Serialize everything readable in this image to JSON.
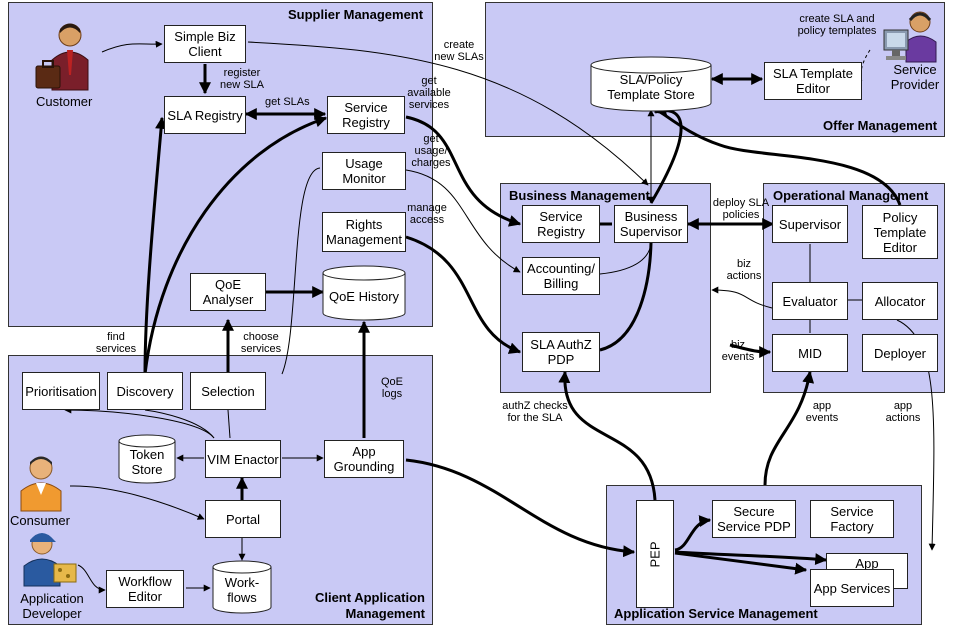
{
  "regions": {
    "supplier": "Supplier Management",
    "offer": "Offer Management",
    "business": "Business Management",
    "operational": "Operational Management",
    "client": "Client Application Management",
    "app_service": "Application Service Management"
  },
  "actors": {
    "customer": "Customer",
    "service_provider": "Service Provider",
    "consumer": "Consumer",
    "app_developer": "Application Developer"
  },
  "boxes": {
    "simple_biz_client": "Simple Biz Client",
    "sla_registry": "SLA Registry",
    "service_registry_sup": "Service Registry",
    "usage_monitor": "Usage Monitor",
    "rights_management": "Rights Management",
    "qoe_analyser": "QoE Analyser",
    "sla_template_editor": "SLA Template Editor",
    "service_registry_biz": "Service Registry",
    "business_supervisor": "Business Supervisor",
    "accounting_billing": "Accounting/ Billing",
    "sla_authz_pdp": "SLA AuthZ PDP",
    "supervisor": "Supervisor",
    "policy_template_editor": "Policy Template Editor",
    "evaluator": "Evaluator",
    "allocator": "Allocator",
    "mid": "MID",
    "deployer": "Deployer",
    "prioritisation": "Prioritisation",
    "discovery": "Discovery",
    "selection": "Selection",
    "vim_enactor": "VIM Enactor",
    "app_grounding": "App Grounding",
    "portal": "Portal",
    "workflow_editor": "Workflow Editor",
    "pep": "PEP",
    "secure_service_pdp": "Secure Service PDP",
    "service_factory": "Service Factory",
    "app_back": "App",
    "app_services": "App Services"
  },
  "stores": {
    "sla_policy_store": "SLA/Policy Template Store",
    "qoe_history": "QoE History",
    "token_store": "Token Store",
    "workflows": "Work- flows"
  },
  "labels": {
    "create_sla_templates": "create SLA and policy templates",
    "create_new_slas": "create new SLAs",
    "register_new_sla": "register new SLA",
    "get_slas": "get SLAs",
    "get_available_services": "get available services",
    "get_usage_charges": "get usage/ charges",
    "manage_access": "manage access",
    "deploy_sla_policies": "deploy SLA policies",
    "biz_actions": "biz actions",
    "biz_events": "biz events",
    "find_services": "find services",
    "choose_services": "choose services",
    "qoe_logs": "QoE logs",
    "authz_checks": "authZ checks for the SLA",
    "app_events": "app events",
    "app_actions": "app actions"
  },
  "colors": {
    "region_fill": "#c9c9f5",
    "box_fill": "#ffffff",
    "line": "#000000"
  }
}
